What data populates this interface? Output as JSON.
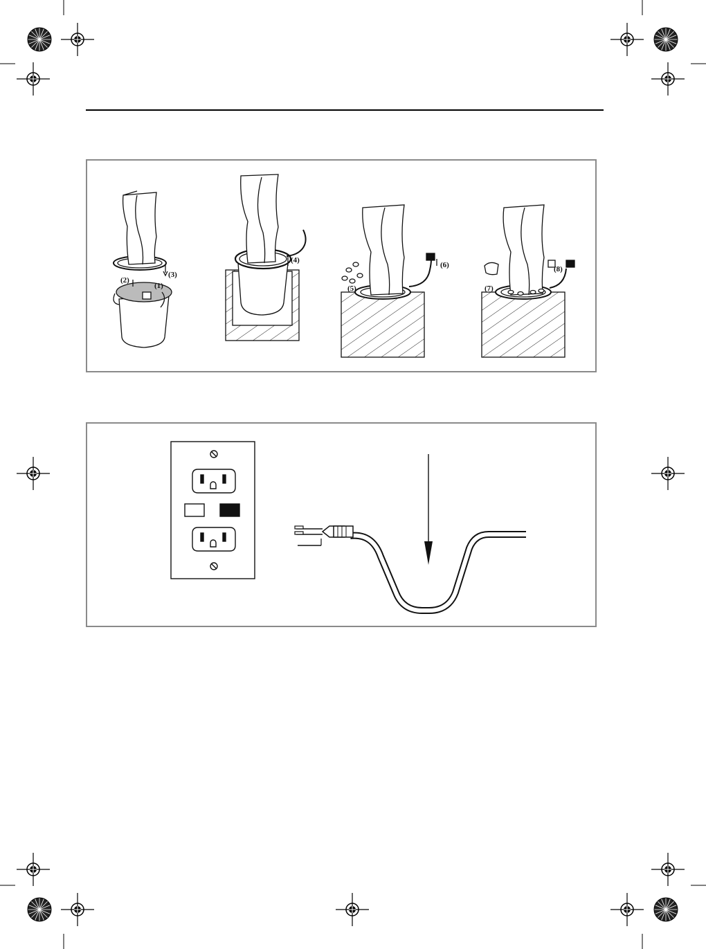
{
  "figure1": {
    "steps": {
      "s1": "(1)",
      "s2": "(2)",
      "s3": "(3)",
      "s4": "(4)",
      "s5": "(5)",
      "s6": "(6)",
      "s7": "(7)",
      "s8": "(8)"
    }
  },
  "colors": {
    "frame_border": "#8a8a8a",
    "line": "#111111"
  },
  "icons": {
    "registration_mark": "registration-crosshair-icon",
    "color_calibration": "starburst-calibration-icon"
  }
}
